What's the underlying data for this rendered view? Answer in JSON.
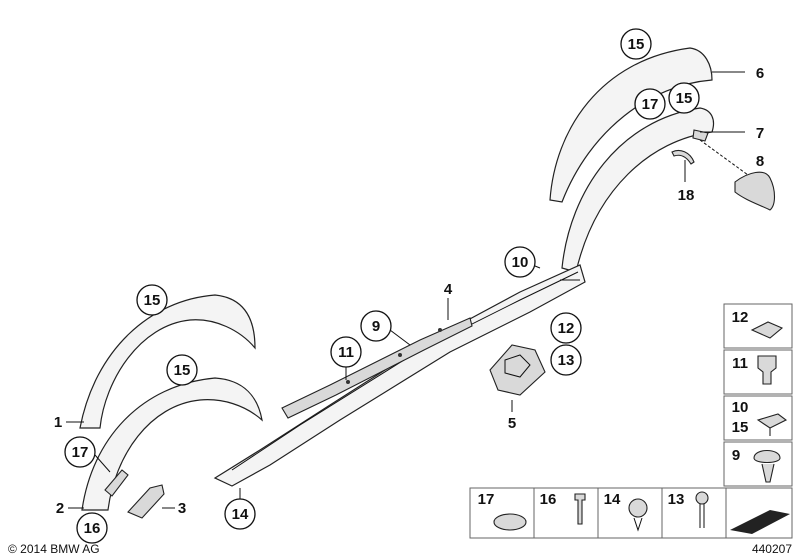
{
  "diagram": {
    "copyright": "© 2014 BMW AG",
    "diagram_number": "440207",
    "callouts": [
      {
        "id": "c15a",
        "text": "15"
      },
      {
        "id": "c6",
        "text": "6"
      },
      {
        "id": "c17a",
        "text": "17"
      },
      {
        "id": "c15b",
        "text": "15"
      },
      {
        "id": "c7",
        "text": "7"
      },
      {
        "id": "c8",
        "text": "8"
      },
      {
        "id": "c18",
        "text": "18"
      },
      {
        "id": "c10a",
        "text": "10"
      },
      {
        "id": "c12a",
        "text": "12"
      },
      {
        "id": "c13a",
        "text": "13"
      },
      {
        "id": "c4",
        "text": "4"
      },
      {
        "id": "c9a",
        "text": "9"
      },
      {
        "id": "c11a",
        "text": "11"
      },
      {
        "id": "c5",
        "text": "5"
      },
      {
        "id": "c15c",
        "text": "15"
      },
      {
        "id": "c1",
        "text": "1"
      },
      {
        "id": "c15d",
        "text": "15"
      },
      {
        "id": "c17b",
        "text": "17"
      },
      {
        "id": "c2",
        "text": "2"
      },
      {
        "id": "c3",
        "text": "3"
      },
      {
        "id": "c16a",
        "text": "16"
      },
      {
        "id": "c14a",
        "text": "14"
      }
    ],
    "legend_side": [
      {
        "id": "s12",
        "text": "12"
      },
      {
        "id": "s11",
        "text": "11"
      },
      {
        "id": "s10",
        "text": "10"
      },
      {
        "id": "s15",
        "text": "15"
      },
      {
        "id": "s9",
        "text": "9"
      }
    ],
    "legend_bottom": [
      {
        "id": "b17",
        "text": "17"
      },
      {
        "id": "b16",
        "text": "16"
      },
      {
        "id": "b14",
        "text": "14"
      },
      {
        "id": "b13",
        "text": "13"
      }
    ]
  }
}
